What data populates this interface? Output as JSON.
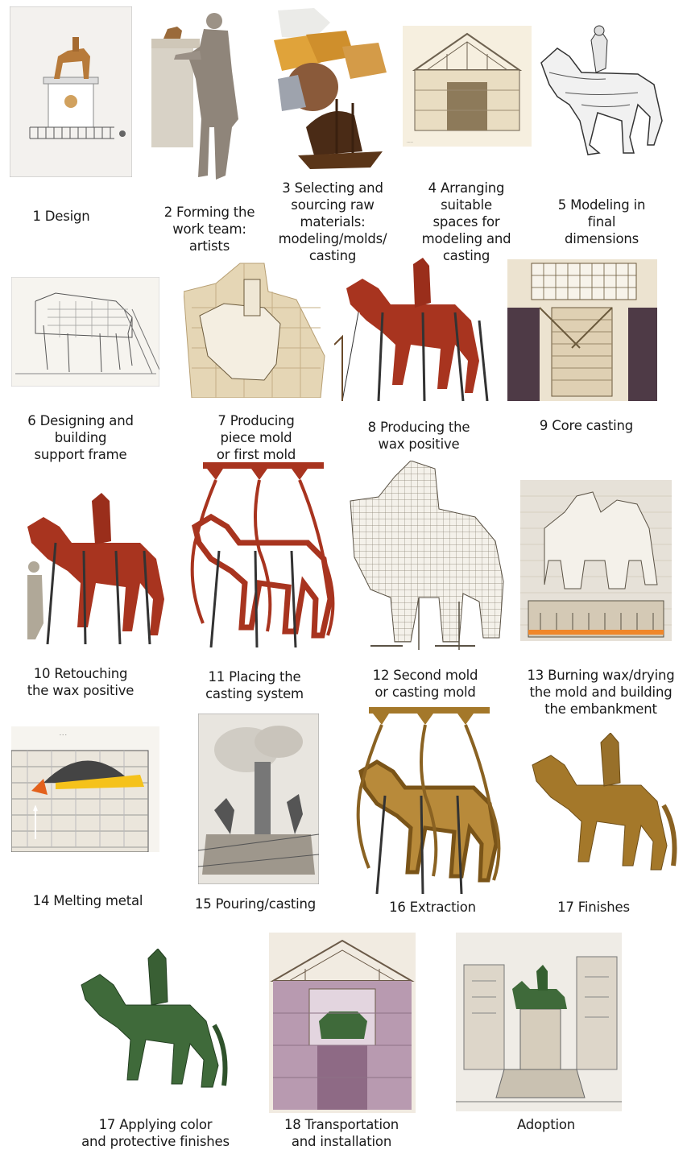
{
  "steps": [
    {
      "caption": "1 Design",
      "icon": "design-drawing-icon"
    },
    {
      "caption": "2 Forming the\nwork team:\nartists",
      "icon": "artist-figure-icon"
    },
    {
      "caption": "3 Selecting and\nsourcing raw\nmaterials:\nmodeling/molds/\ncasting",
      "icon": "raw-materials-icon"
    },
    {
      "caption": "4 Arranging\nsuitable\nspaces for\nmodeling and\ncasting",
      "icon": "workshop-section-icon"
    },
    {
      "caption": "5 Modeling in\nfinal\ndimensions",
      "icon": "horse-model-icon"
    },
    {
      "caption": "6 Designing and\nbuilding\nsupport frame",
      "icon": "support-frame-icon"
    },
    {
      "caption": "7 Producing\npiece mold\nor first mold",
      "icon": "piece-mold-icon"
    },
    {
      "caption": "8 Producing the\nwax positive",
      "icon": "wax-positive-icon"
    },
    {
      "caption": "9 Core casting",
      "icon": "core-casting-icon"
    },
    {
      "caption": "10 Retouching\nthe wax positive",
      "icon": "retouching-icon"
    },
    {
      "caption": "11 Placing the\ncasting system",
      "icon": "casting-system-icon"
    },
    {
      "caption": "12 Second mold\nor casting mold",
      "icon": "casting-mold-icon"
    },
    {
      "caption": "13 Burning wax/drying\nthe mold and building\nthe embankment",
      "icon": "burning-wax-icon"
    },
    {
      "caption": "14 Melting metal",
      "icon": "furnace-icon"
    },
    {
      "caption": "15 Pouring/casting",
      "icon": "pouring-icon"
    },
    {
      "caption": "16 Extraction",
      "icon": "extraction-icon"
    },
    {
      "caption": "17 Finishes",
      "icon": "bronze-statue-icon"
    },
    {
      "caption": "17 Applying color\nand protective finishes",
      "icon": "patina-statue-icon"
    },
    {
      "caption": "18 Transportation\nand installation",
      "icon": "transport-icon"
    },
    {
      "caption": "Adoption",
      "icon": "plaza-monument-icon"
    }
  ],
  "colors": {
    "wax": "#a8341f",
    "bronze": "#a4782a",
    "patina": "#3f6a3a",
    "sepia": "#c9b48e",
    "grid": "#d9d2c4"
  }
}
